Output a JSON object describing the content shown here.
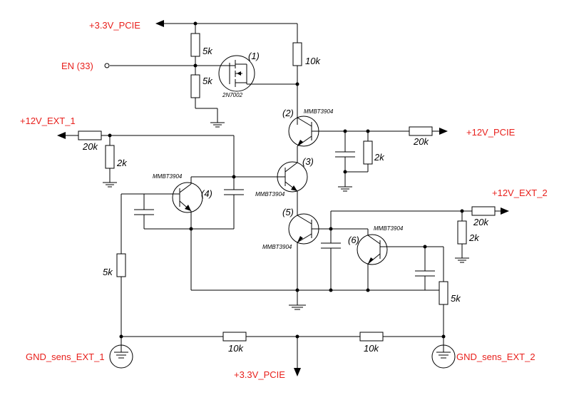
{
  "nets": {
    "v33_top": "+3.3V_PCIE",
    "en": "EN (33)",
    "v12_ext1": "+12V_EXT_1",
    "v12_pcie": "+12V_PCIE",
    "v12_ext2": "+12V_EXT_2",
    "gnd_ext1": "GND_sens_EXT_1",
    "gnd_ext2": "GND_sens_EXT_2",
    "v33_bottom": "+3.3V_PCIE"
  },
  "resistors": {
    "r_top_5k": "5k",
    "r_mid_5k": "5k",
    "r_10k_top": "10k",
    "r_20k_left": "20k",
    "r_2k_left": "2k",
    "r_20k_pcie": "20k",
    "r_2k_pcie": "2k",
    "r_20k_ext2": "20k",
    "r_2k_ext2": "2k",
    "r_5k_left": "5k",
    "r_5k_right": "5k",
    "r_10k_bot_left": "10k",
    "r_10k_bot_right": "10k"
  },
  "transistors": {
    "q1_num": "(1)",
    "q1_part": "2N7002",
    "q2_num": "(2)",
    "q2_part": "MMBT3904",
    "q3_num": "(3)",
    "q3_part": "MMBT3904",
    "q4_num": "(4)",
    "q4_part": "MMBT3904",
    "q5_num": "(5)",
    "q5_part": "MMBT3904",
    "q6_num": "(6)",
    "q6_part": "MMBT3904"
  },
  "colors": {
    "net_label": "#e8201c",
    "wire": "#000000"
  }
}
